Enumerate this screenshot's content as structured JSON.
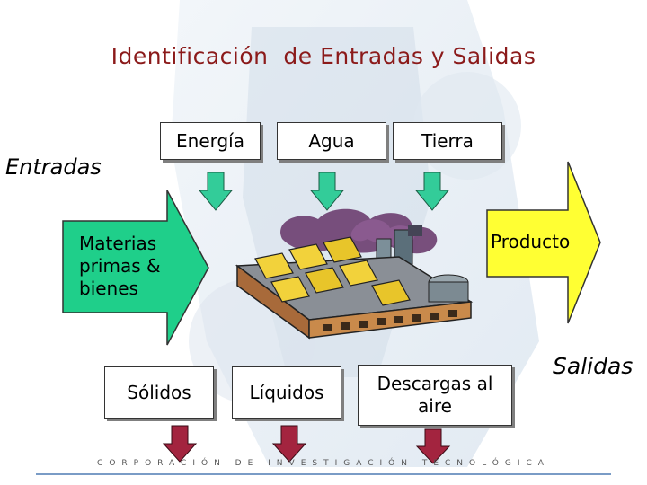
{
  "title": "Identificación  de Entradas y Salidas",
  "entradas_label": "Entradas",
  "salidas_label": "Salidas",
  "inputs": {
    "energia": "Energía",
    "agua": "Agua",
    "tierra": "Tierra"
  },
  "materias": "Materias primas & bienes",
  "producto": "Producto",
  "outputs": {
    "solidos": "Sólidos",
    "liquidos": "Líquidos",
    "descargas": "Descargas al aire"
  },
  "footer": "CORPORACIÓN DE INVESTIGACIÓN TECNOLÓGICA",
  "colors": {
    "title": "#8b1a1a",
    "input_arrow": "#33cc99",
    "materias_arrow": "#1fcf8a",
    "producto_arrow": "#ffff33",
    "output_arrow": "#a3243f",
    "footer_line": "#7a9cc6"
  },
  "icons": [
    "factory-illustration",
    "down-arrow",
    "right-arrow"
  ]
}
